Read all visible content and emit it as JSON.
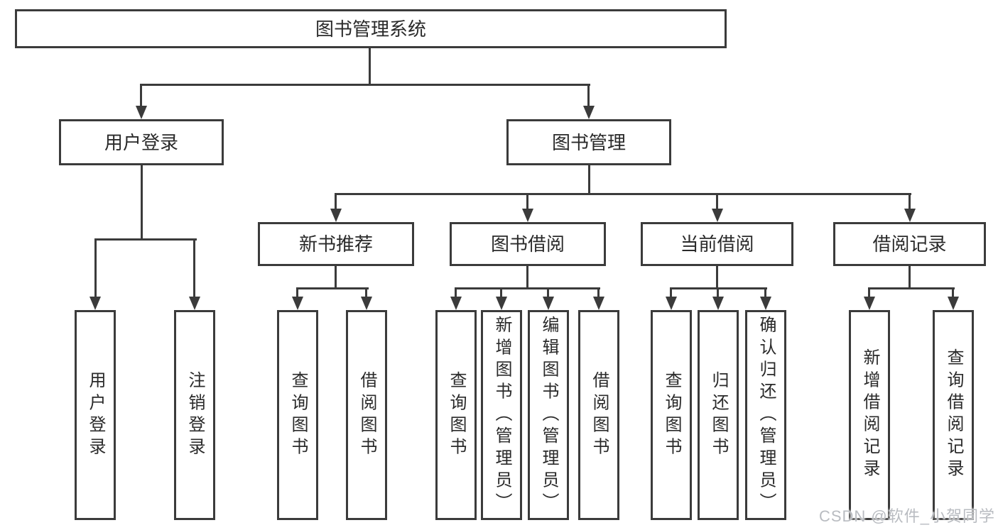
{
  "tree": {
    "label": "图书管理系统",
    "children": [
      {
        "label": "用户登录",
        "children": [
          {
            "label": "用户登录"
          },
          {
            "label": "注销登录"
          }
        ]
      },
      {
        "label": "图书管理",
        "children": [
          {
            "label": "新书推荐",
            "children": [
              {
                "label": "查询图书"
              },
              {
                "label": "借阅图书"
              }
            ]
          },
          {
            "label": "图书借阅",
            "children": [
              {
                "label": "查询图书"
              },
              {
                "label": "新增图书（管理员）"
              },
              {
                "label": "编辑图书（管理员）"
              },
              {
                "label": "借阅图书"
              }
            ]
          },
          {
            "label": "当前借阅",
            "children": [
              {
                "label": "查询图书"
              },
              {
                "label": "归还图书"
              },
              {
                "label": "确认归还（管理员）"
              }
            ]
          },
          {
            "label": "借阅记录",
            "children": [
              {
                "label": "新增借阅记录"
              },
              {
                "label": "查询借阅记录"
              }
            ]
          }
        ]
      }
    ]
  },
  "watermark": {
    "text": "CSDN @软件_小贺同学"
  },
  "colors": {
    "line": "#3b3b3b",
    "text": "#2a2a2a",
    "background": "#ffffff",
    "watermark": "#b9bcc1"
  }
}
